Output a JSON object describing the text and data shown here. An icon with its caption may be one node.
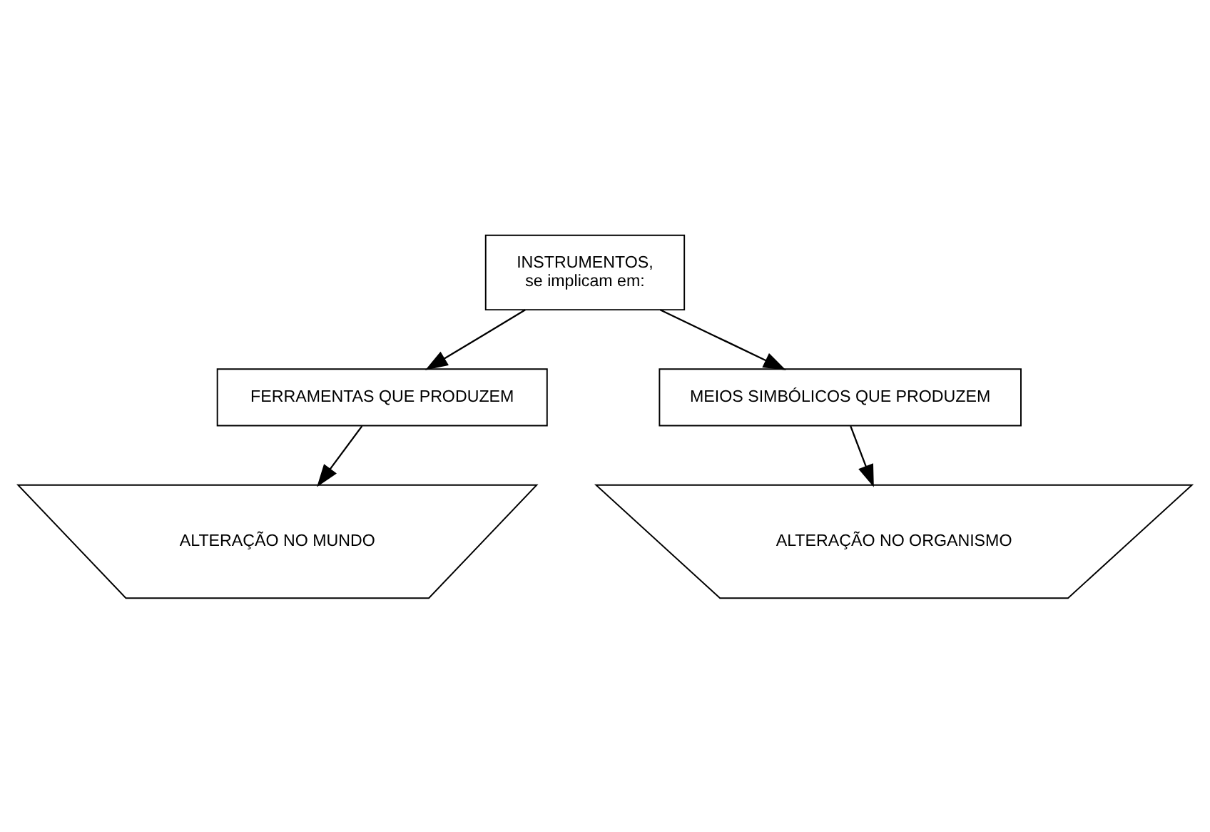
{
  "diagram": {
    "nodes": [
      {
        "text": [
          "INSTRUMENTOS,",
          "se implicam em:"
        ]
      },
      {
        "text": [
          "FERRAMENTAS QUE PRODUZEM"
        ]
      },
      {
        "text": [
          "MEIOS SIMBÓLICOS QUE PRODUZEM"
        ]
      },
      {
        "text": [
          "ALTERAÇÃO NO MUNDO"
        ]
      },
      {
        "text": [
          "ALTERAÇÃO NO ORGANISMO"
        ]
      }
    ],
    "edges": [
      {
        "from": 0,
        "to": 1,
        "arrow": "to"
      },
      {
        "from": 0,
        "to": 2,
        "arrow": "to"
      },
      {
        "from": 1,
        "to": 3,
        "arrow": "to"
      },
      {
        "from": 2,
        "to": 4,
        "arrow": "to"
      }
    ]
  }
}
